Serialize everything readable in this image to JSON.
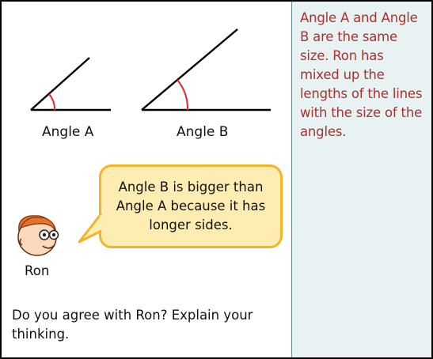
{
  "angles": {
    "a_label": "Angle A",
    "b_label": "Angle B"
  },
  "speech": {
    "text": "Angle B is bigger than Angle A because it has longer sides."
  },
  "character": {
    "name": "Ron"
  },
  "question": {
    "text": "Do you agree with Ron?  Explain your thinking."
  },
  "answer": {
    "text": "Angle A and Angle B are the same size.  Ron has mixed up the lengths of the lines with the size of the angles."
  },
  "colors": {
    "arc": "#e0282e",
    "answer_text": "#a8322d",
    "answer_background": "#e8f2f2",
    "bubble_fill": "#fdedb2",
    "bubble_border": "#f4b428",
    "face_skin": "#fcd9bd",
    "hair": "#e8722a"
  }
}
